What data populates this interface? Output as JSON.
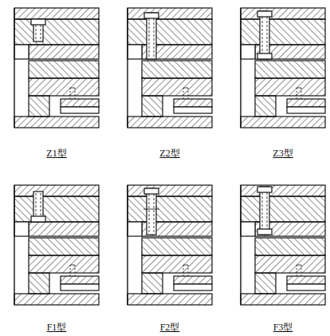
{
  "diagram": {
    "labels": [
      "Z1型",
      "Z2型",
      "Z3型",
      "F1型",
      "F2型",
      "F3型"
    ]
  }
}
